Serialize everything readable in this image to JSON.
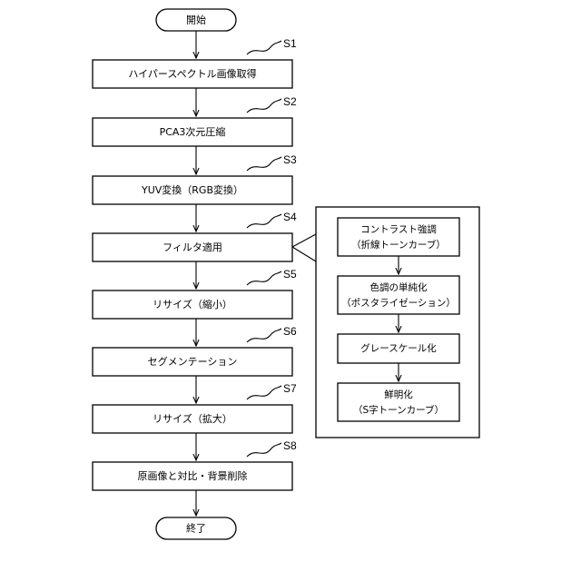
{
  "terminals": {
    "start": "開始",
    "end": "終了"
  },
  "steps": [
    {
      "id": "S1",
      "label": "ハイパースペクトル画像取得"
    },
    {
      "id": "S2",
      "label": "PCA3次元圧縮"
    },
    {
      "id": "S3",
      "label": "YUV変換（RGB変換）"
    },
    {
      "id": "S4",
      "label": "フィルタ適用"
    },
    {
      "id": "S5",
      "label": "リサイズ（縮小）"
    },
    {
      "id": "S6",
      "label": "セグメンテーション"
    },
    {
      "id": "S7",
      "label": "リサイズ（拡大）"
    },
    {
      "id": "S8",
      "label": "原画像と対比・背景削除"
    }
  ],
  "filter_substeps": [
    {
      "line1": "コントラスト強調",
      "line2": "（折線トーンカーブ）"
    },
    {
      "line1": "色調の単純化",
      "line2": "（ポスタライゼーション）"
    },
    {
      "line1": "グレースケール化",
      "line2": ""
    },
    {
      "line1": "鮮明化",
      "line2": "（S字トーンカーブ）"
    }
  ]
}
